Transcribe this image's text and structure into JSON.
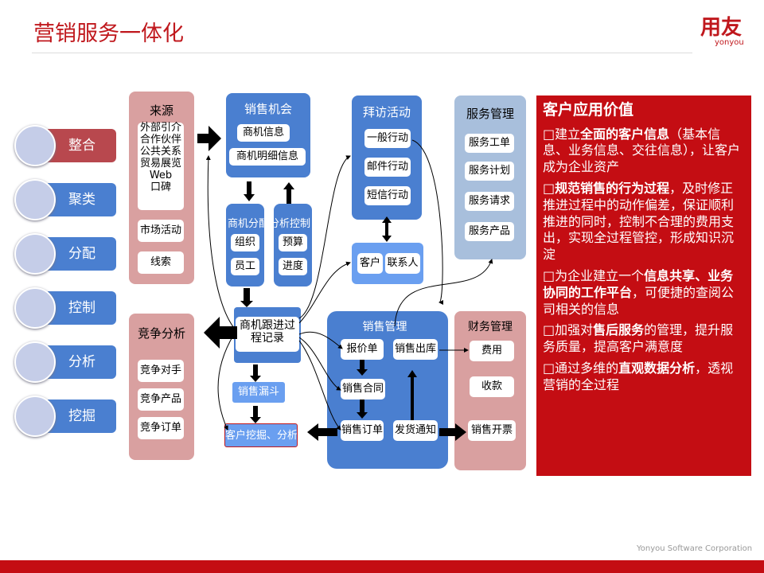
{
  "header": {
    "title": "营销服务一体化",
    "logo": "用友",
    "logo_sub": "yonyou"
  },
  "left_tabs": [
    "整合",
    "聚类",
    "分配",
    "控制",
    "分析",
    "挖掘"
  ],
  "source": {
    "title": "来源",
    "items": [
      "外部引介",
      "合作伙伴",
      "公共关系",
      "贸易展览",
      "Web",
      "口碑"
    ],
    "item2": "市场活动",
    "item3": "线索"
  },
  "compete": {
    "title": "竞争分析",
    "items": [
      "竞争对手",
      "竞争产品",
      "竞争订单"
    ]
  },
  "opp": {
    "title": "销售机会",
    "items": [
      "商机信息",
      "商机明细信息"
    ]
  },
  "alloc": {
    "title": "商机分配分析控制",
    "left": [
      "组织",
      "员工"
    ],
    "right": [
      "预算",
      "进度"
    ]
  },
  "track": "商机跟进过程记录",
  "funnel": "销售漏斗",
  "mining": "客户挖掘、分析",
  "visit": {
    "title": "拜访活动",
    "items": [
      "一般行动",
      "邮件行动",
      "短信行动"
    ]
  },
  "customer": [
    "客户",
    "联系人"
  ],
  "service": {
    "title": "服务管理",
    "items": [
      "服务工单",
      "服务计划",
      "服务请求",
      "服务产品"
    ]
  },
  "sales": {
    "title": "销售管理",
    "items": [
      "报价单",
      "销售出库",
      "销售合同",
      "销售订单",
      "发货通知"
    ]
  },
  "finance": {
    "title": "财务管理",
    "items": [
      "费用",
      "收款",
      "销售开票"
    ]
  },
  "value": {
    "title": "客户应用价值",
    "p1a": "建立",
    "p1b": "全面的客户信息",
    "p1c": "（基本信息、业务信息、交往信息），让客户成为企业资产",
    "p2a": "规范销售的行为过程",
    "p2b": "，及时修正推进过程中的动作偏差，保证顺利推进的同时，控制不合理的费用支出，实现全过程管控，形成知识沉淀",
    "p3a": "为企业建立一个",
    "p3b": "信息共享、业务协同的工作平台",
    "p3c": "，可便捷的查阅公司相关的信息",
    "p4a": "加强对",
    "p4b": "售后服务",
    "p4c": "的管理，提升服务质量，提高客户满意度",
    "p5a": "通过多维的",
    "p5b": "直观数据分析",
    "p5c": "，透视营销的全过程"
  },
  "footer": "Yonyou Software Corporation"
}
